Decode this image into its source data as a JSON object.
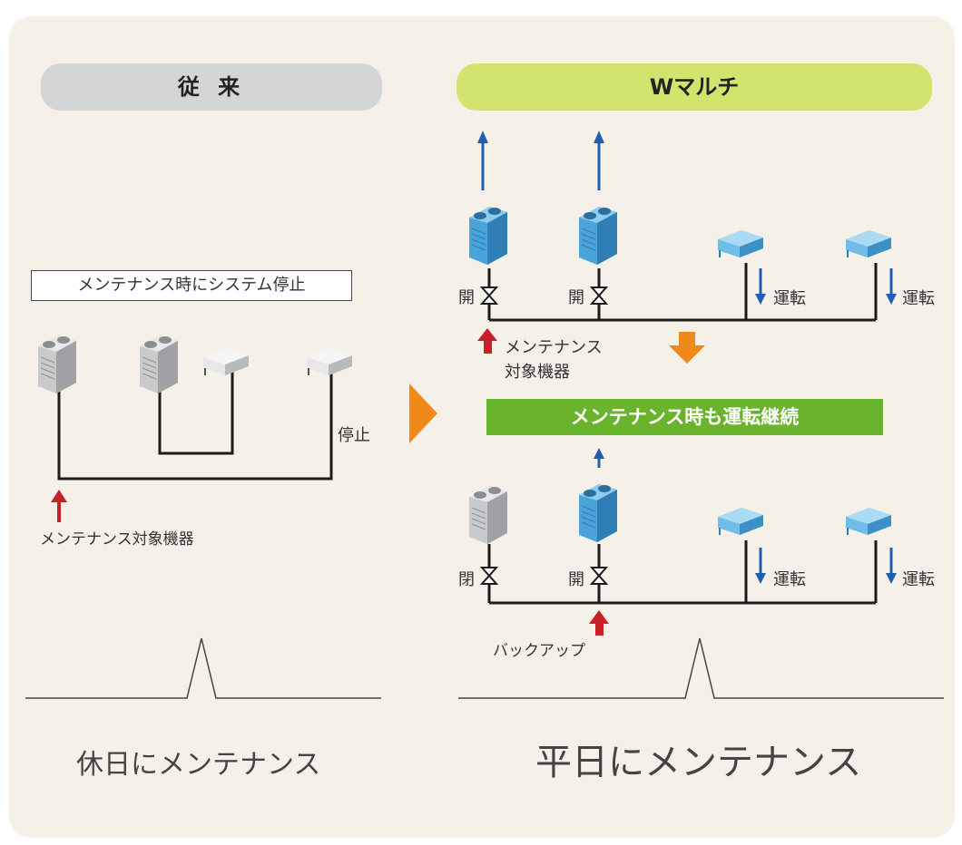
{
  "headers": {
    "conventional": "従 来",
    "w_multi": "Wマルチ"
  },
  "left": {
    "system_stop_label": "メンテナンス時にシステム停止",
    "stop_label": "停止",
    "maintenance_target": "メンテナンス対象機器",
    "caption": "休日にメンテナンス"
  },
  "right": {
    "valve_open_label": "開",
    "valve_closed_label": "閉",
    "operation_label": "運転",
    "maintenance_target_line1": "メンテナンス",
    "maintenance_target_line2": "対象機器",
    "continue_banner": "メンテナンス時も運転継続",
    "backup_label": "バックアップ",
    "caption": "平日にメンテナンス"
  },
  "colors": {
    "pipe": "#1c1c1c",
    "arrow_blue": "#1f5fb3",
    "arrow_red": "#c8202a",
    "arrow_orange": "#ef8a1a",
    "unit_blue": "#4aa3d9",
    "unit_gray": "#c9cacc",
    "banner_green": "#6ab42d"
  }
}
